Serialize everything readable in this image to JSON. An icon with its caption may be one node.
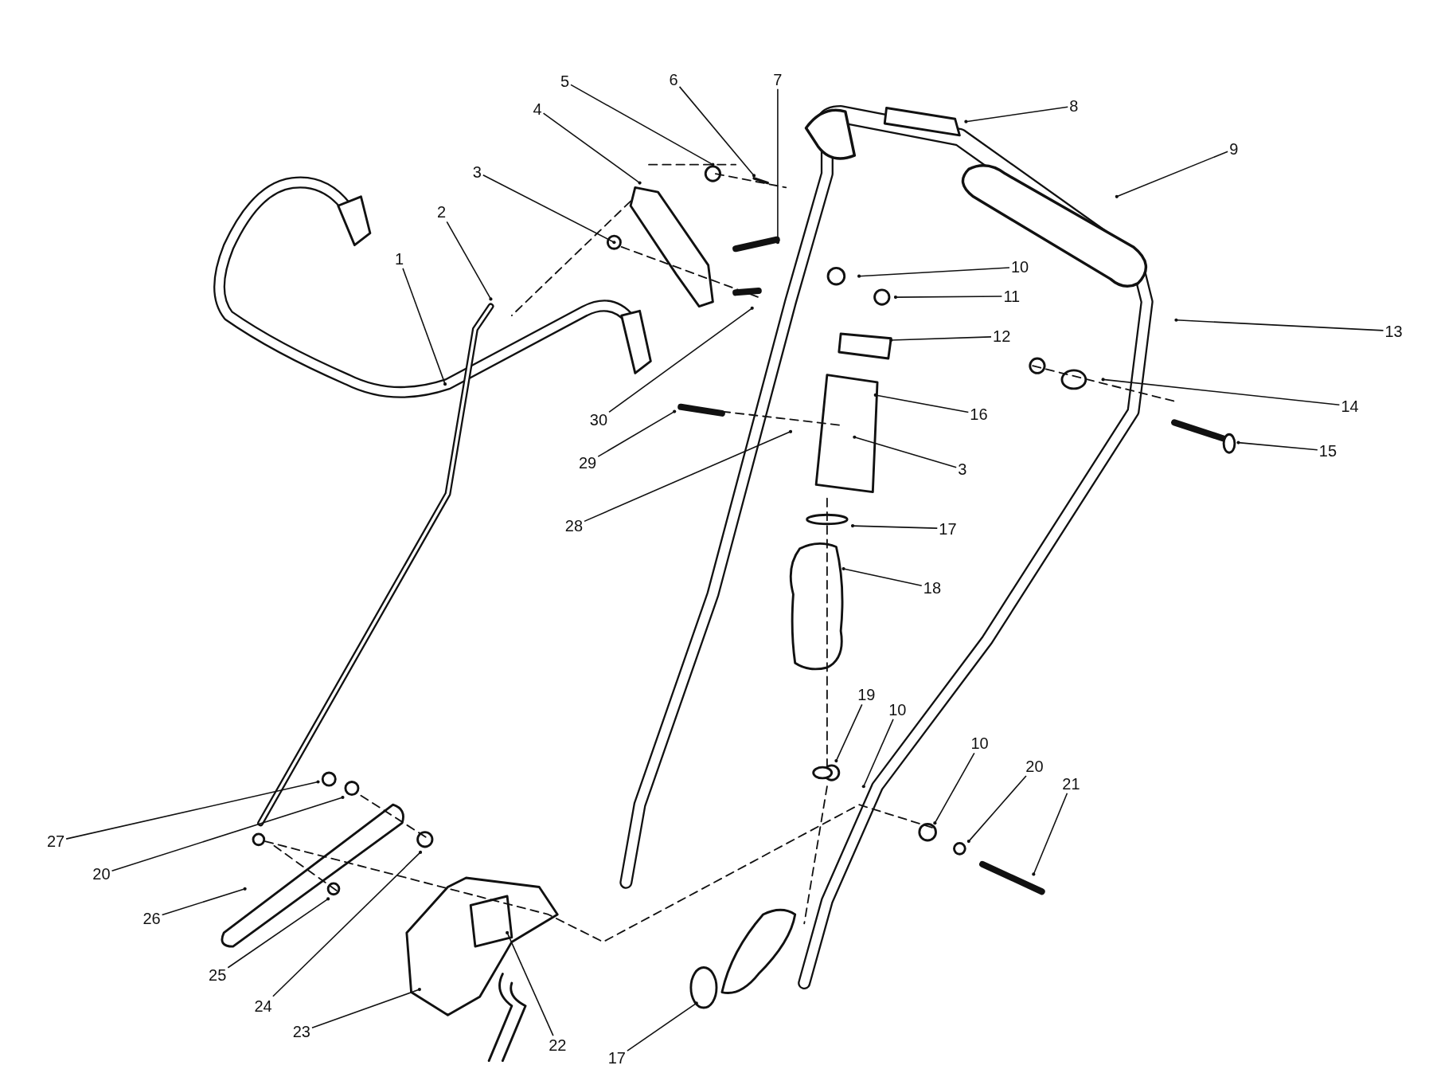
{
  "diagram": {
    "nodes": [
      {
        "text": [
          "1"
        ]
      },
      {
        "text": [
          "2"
        ]
      },
      {
        "text": [
          "3"
        ]
      },
      {
        "text": [
          "4"
        ]
      },
      {
        "text": [
          "5"
        ]
      },
      {
        "text": [
          "6"
        ]
      },
      {
        "text": [
          "7"
        ]
      },
      {
        "text": [
          "8"
        ]
      },
      {
        "text": [
          "9"
        ]
      },
      {
        "text": [
          "10"
        ]
      },
      {
        "text": [
          "11"
        ]
      },
      {
        "text": [
          "12"
        ]
      },
      {
        "text": [
          "13"
        ]
      },
      {
        "text": [
          "14"
        ]
      },
      {
        "text": [
          "15"
        ]
      },
      {
        "text": [
          "16"
        ]
      },
      {
        "text": [
          "3"
        ]
      },
      {
        "text": [
          "17"
        ]
      },
      {
        "text": [
          "18"
        ]
      },
      {
        "text": [
          "19"
        ]
      },
      {
        "text": [
          "10"
        ]
      },
      {
        "text": [
          "10"
        ]
      },
      {
        "text": [
          "20"
        ]
      },
      {
        "text": [
          "21"
        ]
      },
      {
        "text": [
          "27"
        ]
      },
      {
        "text": [
          "20"
        ]
      },
      {
        "text": [
          "26"
        ]
      },
      {
        "text": [
          "25"
        ]
      },
      {
        "text": [
          "24"
        ]
      },
      {
        "text": [
          "23"
        ]
      },
      {
        "text": [
          "22"
        ]
      },
      {
        "text": [
          "17"
        ]
      },
      {
        "text": [
          "28"
        ]
      },
      {
        "text": [
          "29"
        ]
      },
      {
        "text": [
          "30"
        ]
      }
    ],
    "edges": [
      {
        "from": 0,
        "to": null,
        "arrow": "other"
      },
      {
        "from": 1,
        "to": null,
        "arrow": "other"
      },
      {
        "from": 2,
        "to": null,
        "arrow": "other"
      },
      {
        "from": 3,
        "to": null,
        "arrow": "other"
      },
      {
        "from": 4,
        "to": null,
        "arrow": "other"
      },
      {
        "from": 5,
        "to": null,
        "arrow": "other"
      },
      {
        "from": 6,
        "to": null,
        "arrow": "other"
      },
      {
        "from": 7,
        "to": null,
        "arrow": "other"
      },
      {
        "from": 8,
        "to": null,
        "arrow": "other"
      },
      {
        "from": 9,
        "to": null,
        "arrow": "other"
      },
      {
        "from": 10,
        "to": null,
        "arrow": "other"
      },
      {
        "from": 11,
        "to": null,
        "arrow": "other"
      },
      {
        "from": 12,
        "to": null,
        "arrow": "other"
      },
      {
        "from": 13,
        "to": null,
        "arrow": "other"
      },
      {
        "from": 14,
        "to": null,
        "arrow": "other"
      },
      {
        "from": 15,
        "to": null,
        "arrow": "other"
      },
      {
        "from": 16,
        "to": null,
        "arrow": "other"
      },
      {
        "from": 17,
        "to": null,
        "arrow": "other"
      },
      {
        "from": 18,
        "to": null,
        "arrow": "other"
      },
      {
        "from": 19,
        "to": null,
        "arrow": "other"
      },
      {
        "from": 20,
        "to": null,
        "arrow": "other"
      },
      {
        "from": 21,
        "to": null,
        "arrow": "other"
      },
      {
        "from": 22,
        "to": null,
        "arrow": "other"
      },
      {
        "from": 23,
        "to": null,
        "arrow": "other"
      },
      {
        "from": 24,
        "to": null,
        "arrow": "other"
      },
      {
        "from": 25,
        "to": null,
        "arrow": "other"
      },
      {
        "from": 26,
        "to": null,
        "arrow": "other"
      },
      {
        "from": 27,
        "to": null,
        "arrow": "other"
      },
      {
        "from": 28,
        "to": null,
        "arrow": "other"
      },
      {
        "from": 29,
        "to": null,
        "arrow": "other"
      },
      {
        "from": 30,
        "to": null,
        "arrow": "other"
      },
      {
        "from": 31,
        "to": null,
        "arrow": "other"
      },
      {
        "from": 32,
        "to": null,
        "arrow": "other"
      },
      {
        "from": 33,
        "to": null,
        "arrow": "other"
      },
      {
        "from": 34,
        "to": null,
        "arrow": "other"
      }
    ]
  }
}
